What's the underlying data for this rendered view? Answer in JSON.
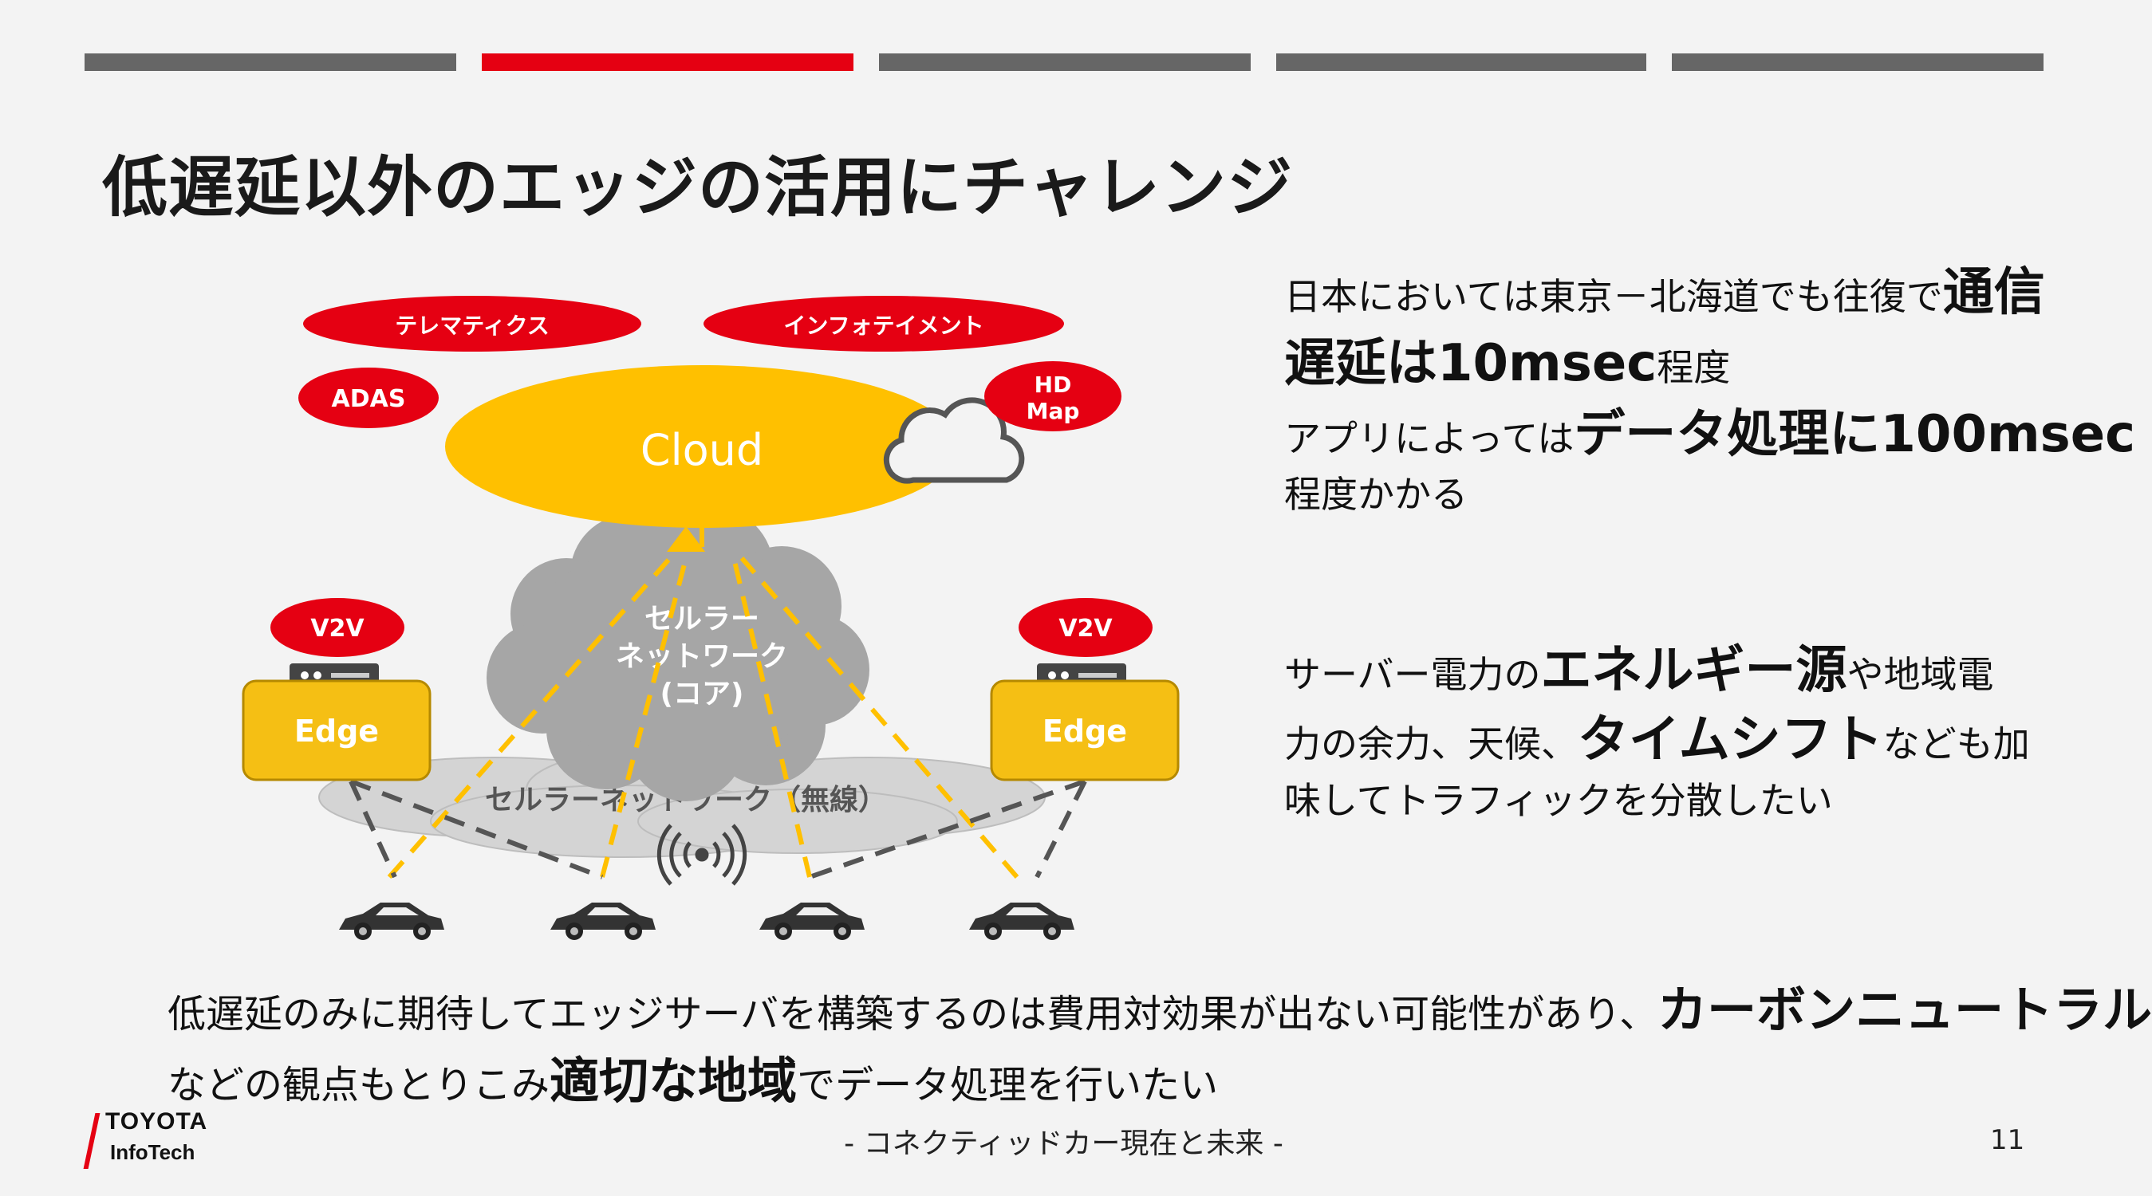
{
  "progress_bar": {
    "colors": {
      "active": "#e50012",
      "inactive": "#666666"
    },
    "active_index": 1,
    "segment_count": 5
  },
  "title": "低遅延以外のエッジの活用にチャレンジ",
  "diagram": {
    "services": {
      "telematics": "テレマティクス",
      "infotainment": "インフォテイメント",
      "adas": "ADAS",
      "hd_map_line1": "HD",
      "hd_map_line2": "Map"
    },
    "cloud_label": "Cloud",
    "cellular_core": [
      "セルラー",
      "ネットワーク",
      "(コア)"
    ],
    "cellular_wireless": "セルラーネットワーク（無線）",
    "v2v_left": "V2V",
    "v2v_right": "V2V",
    "edge_left": "Edge",
    "edge_right": "Edge",
    "colors": {
      "red": "#e50012",
      "yellow": "#ffc000",
      "gray_cloud": "#a6a6a6",
      "edge_fill": "#f5bf14"
    }
  },
  "right_text": {
    "p1": {
      "a": "日本においては東京－北海道でも往復で",
      "b": "通信",
      "c": "遅延は10msec",
      "d": "程度"
    },
    "p2": {
      "a": "アプリによっては",
      "b": "データ処理に100msec",
      "c": "程度かかる"
    },
    "p3": {
      "a": "サーバー電力の",
      "b": "エネルギー源",
      "c": "や地域電",
      "d": "力の余力、天候、",
      "e": "タイムシフト",
      "f": "なども加",
      "g": "味してトラフィックを分散したい"
    }
  },
  "bottom_text": {
    "a": "低遅延のみに期待してエッジサーバを構築するのは費用対効果が出ない可能性があり、",
    "b": "カーボンニュートラル",
    "c": "などの観点もとりこみ",
    "d": "適切な地域",
    "e": "でデータ処理を行いたい"
  },
  "logo": {
    "line1": "TOYOTA",
    "line2": "InfoTech"
  },
  "footer": "- コネクティッドカー現在と未来 -",
  "page_number": "11"
}
